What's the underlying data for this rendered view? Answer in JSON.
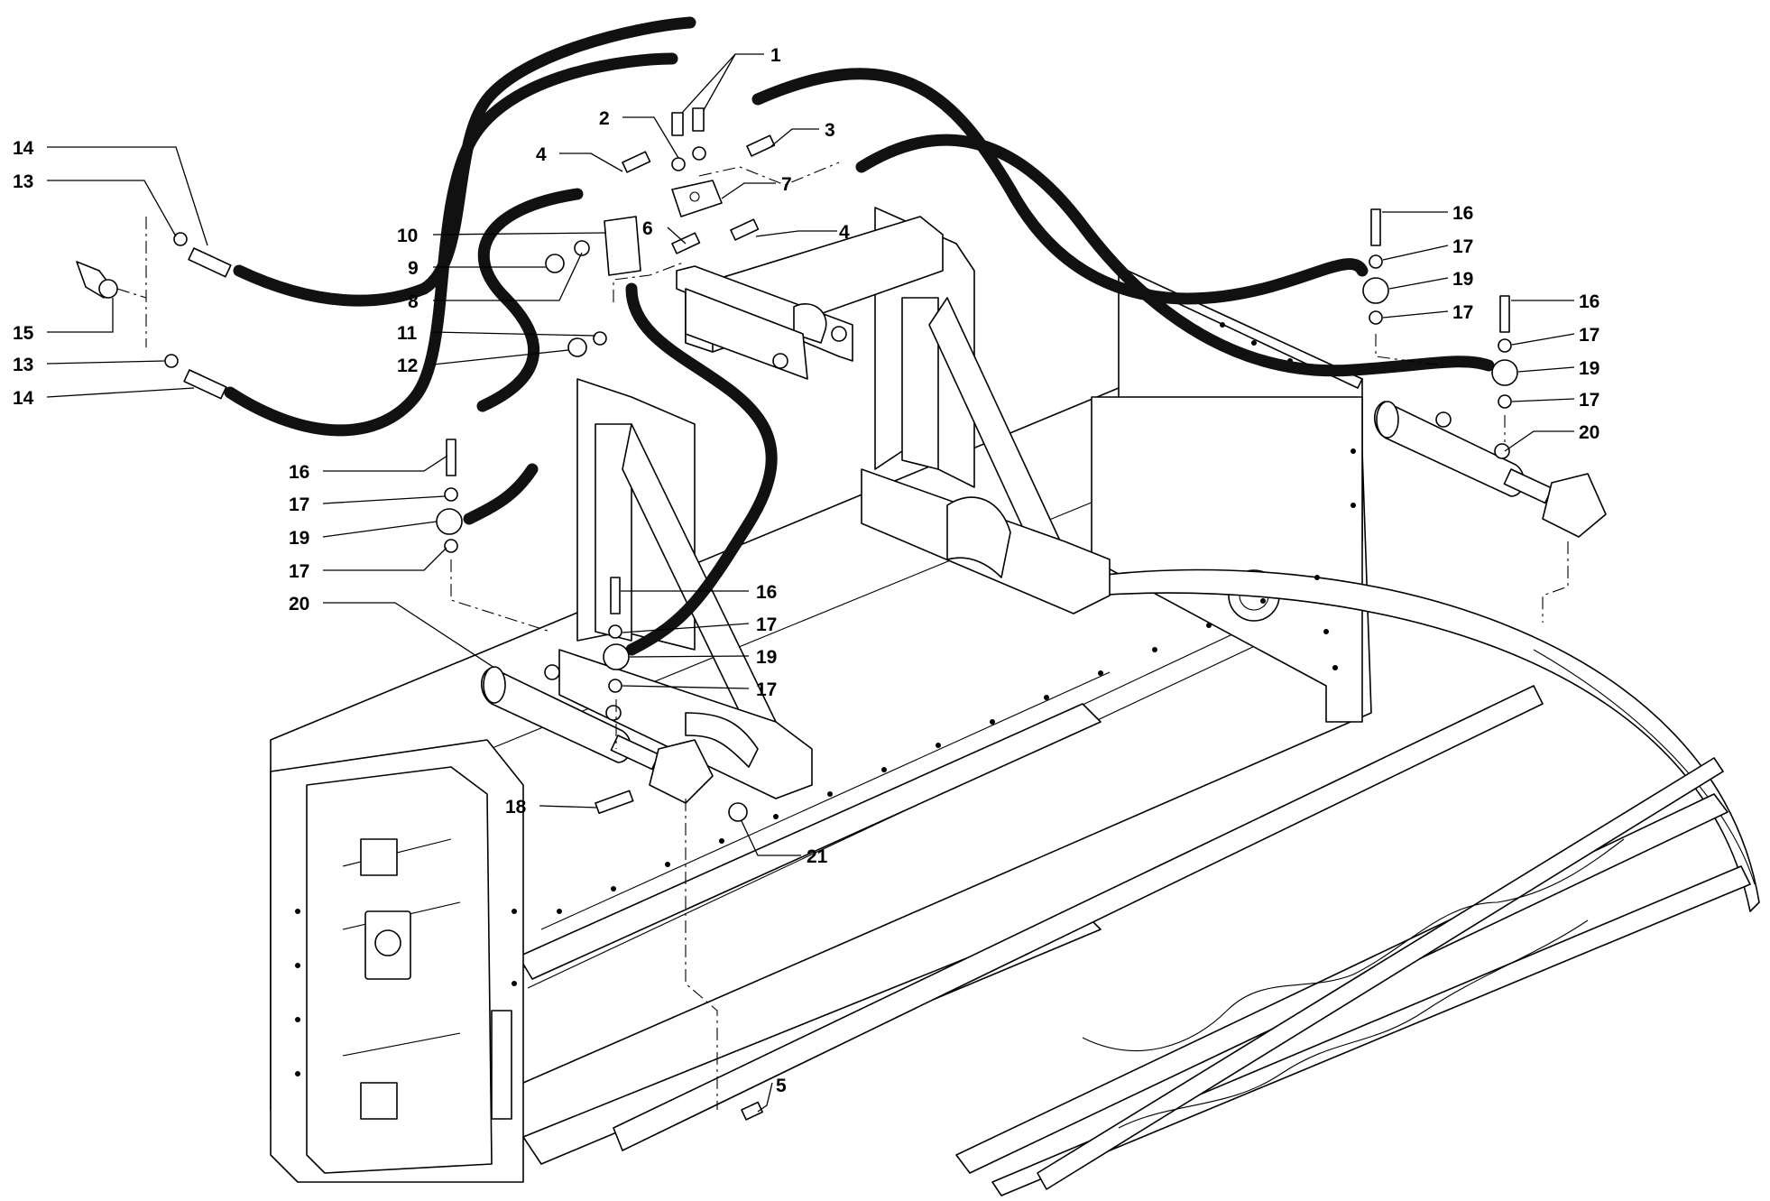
{
  "diagram": {
    "type": "exploded parts diagram",
    "callouts": [
      {
        "id": "c1",
        "label": "1"
      },
      {
        "id": "c2",
        "label": "2"
      },
      {
        "id": "c3",
        "label": "3"
      },
      {
        "id": "c4a",
        "label": "4"
      },
      {
        "id": "c4b",
        "label": "4"
      },
      {
        "id": "c5",
        "label": "5"
      },
      {
        "id": "c6",
        "label": "6"
      },
      {
        "id": "c7",
        "label": "7"
      },
      {
        "id": "c8",
        "label": "8"
      },
      {
        "id": "c9",
        "label": "9"
      },
      {
        "id": "c10",
        "label": "10"
      },
      {
        "id": "c11",
        "label": "11"
      },
      {
        "id": "c12",
        "label": "12"
      },
      {
        "id": "c13a",
        "label": "13"
      },
      {
        "id": "c13b",
        "label": "13"
      },
      {
        "id": "c14a",
        "label": "14"
      },
      {
        "id": "c14b",
        "label": "14"
      },
      {
        "id": "c15",
        "label": "15"
      },
      {
        "id": "c16a",
        "label": "16"
      },
      {
        "id": "c16b",
        "label": "16"
      },
      {
        "id": "c16c",
        "label": "16"
      },
      {
        "id": "c16d",
        "label": "16"
      },
      {
        "id": "c17a",
        "label": "17"
      },
      {
        "id": "c17b",
        "label": "17"
      },
      {
        "id": "c17c",
        "label": "17"
      },
      {
        "id": "c17d",
        "label": "17"
      },
      {
        "id": "c17e",
        "label": "17"
      },
      {
        "id": "c17f",
        "label": "17"
      },
      {
        "id": "c17g",
        "label": "17"
      },
      {
        "id": "c17h",
        "label": "17"
      },
      {
        "id": "c18",
        "label": "18"
      },
      {
        "id": "c19a",
        "label": "19"
      },
      {
        "id": "c19b",
        "label": "19"
      },
      {
        "id": "c19c",
        "label": "19"
      },
      {
        "id": "c19d",
        "label": "19"
      },
      {
        "id": "c20a",
        "label": "20"
      },
      {
        "id": "c20b",
        "label": "20"
      },
      {
        "id": "c21",
        "label": "21"
      }
    ]
  }
}
